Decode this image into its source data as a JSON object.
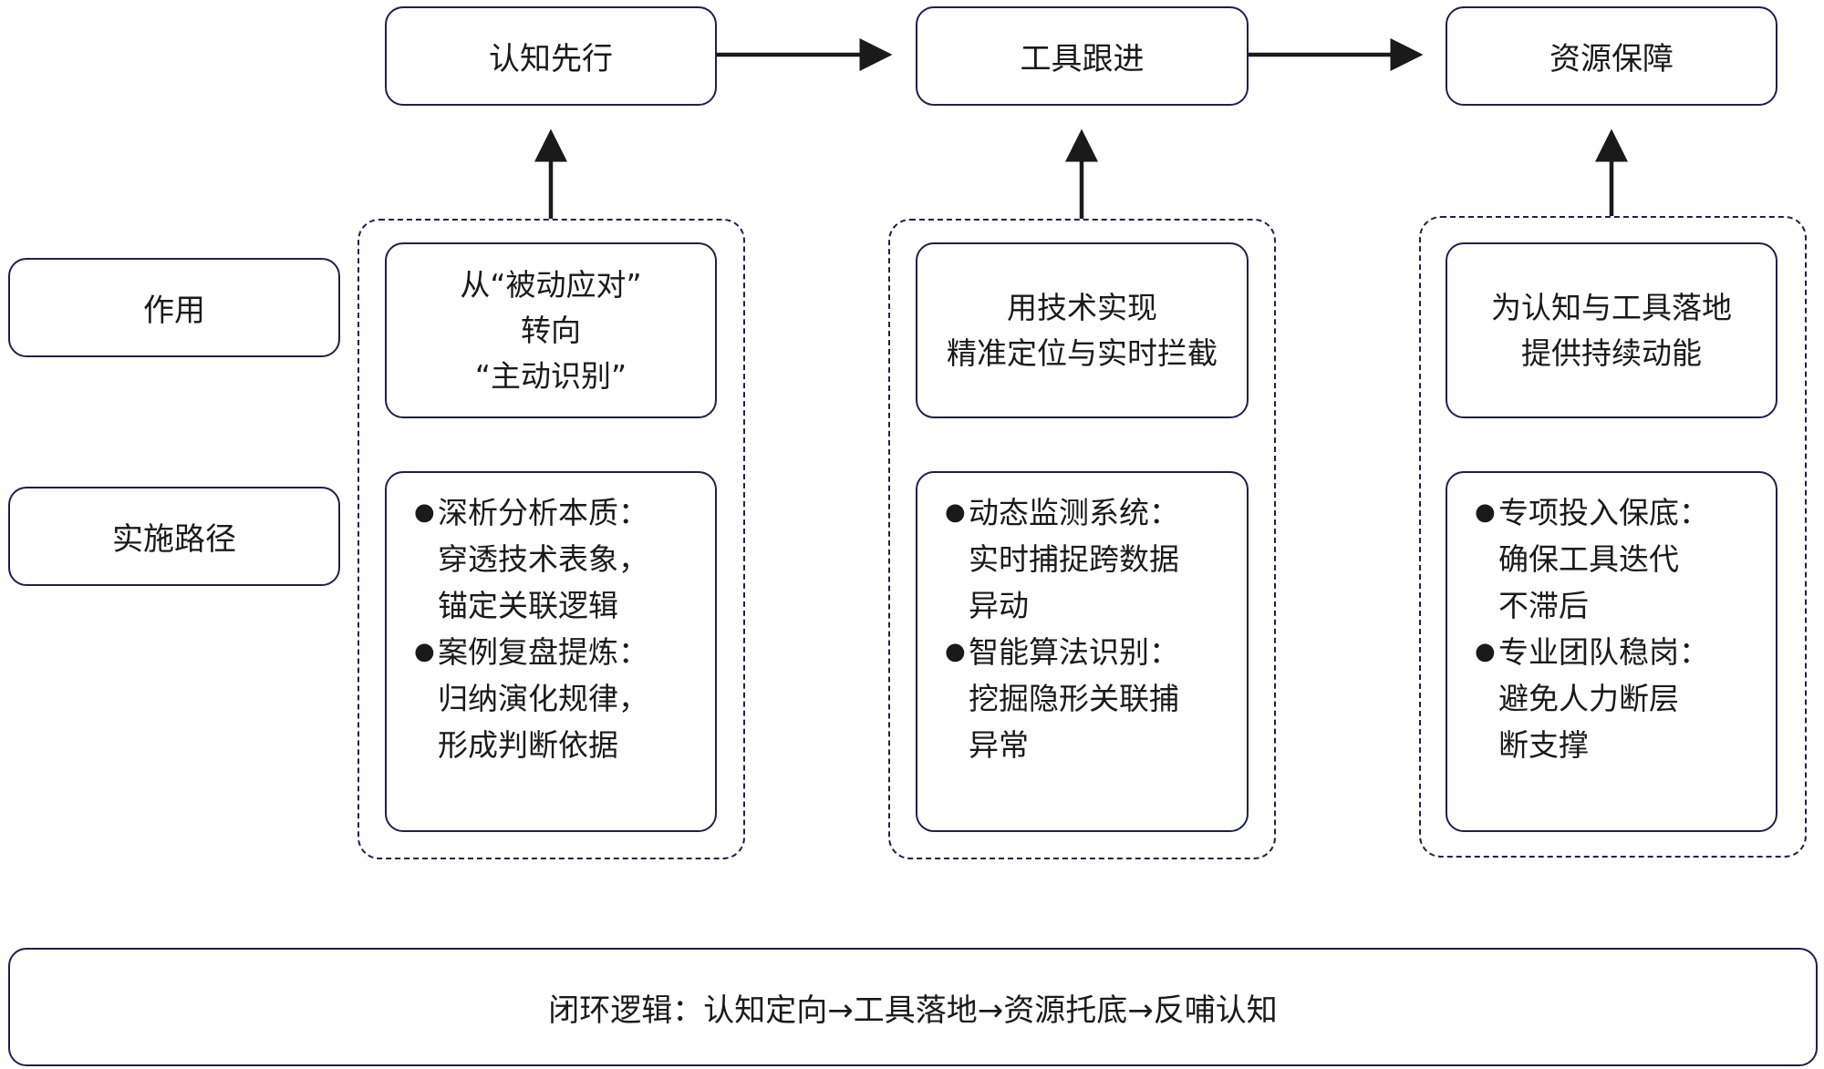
{
  "stages": [
    {
      "title": "认知先行",
      "effect": "从“被动应对”\n转向\n“主动识别”",
      "paths": [
        {
          "text": "深析分析本质：\n穿透技术表象，\n锚定关联逻辑"
        },
        {
          "text": "案例复盘提炼：\n归纳演化规律，\n形成判断依据"
        }
      ]
    },
    {
      "title": "工具跟进",
      "effect": "用技术实现\n精准定位与实时拦截",
      "paths": [
        {
          "text": "动态监测系统：\n实时捕捉跨数据\n异动"
        },
        {
          "text": "智能算法识别：\n挖掘隐形关联捕\n异常"
        }
      ]
    },
    {
      "title": "资源保障",
      "effect": "为认知与工具落地\n提供持续动能",
      "paths": [
        {
          "text": "专项投入保底：\n 确保工具迭代\n 不滞后"
        },
        {
          "text": "专业团队稳岗：\n避免人力断层\n断支撑"
        }
      ]
    }
  ],
  "row_labels": {
    "effect": "作用",
    "path": "实施路径"
  },
  "bottom": {
    "text": "闭环逻辑：认知定向→工具落地→资源托底→反哺认知"
  },
  "colors": {
    "border": "#1e2146",
    "arrow": "#1a1a1a"
  }
}
